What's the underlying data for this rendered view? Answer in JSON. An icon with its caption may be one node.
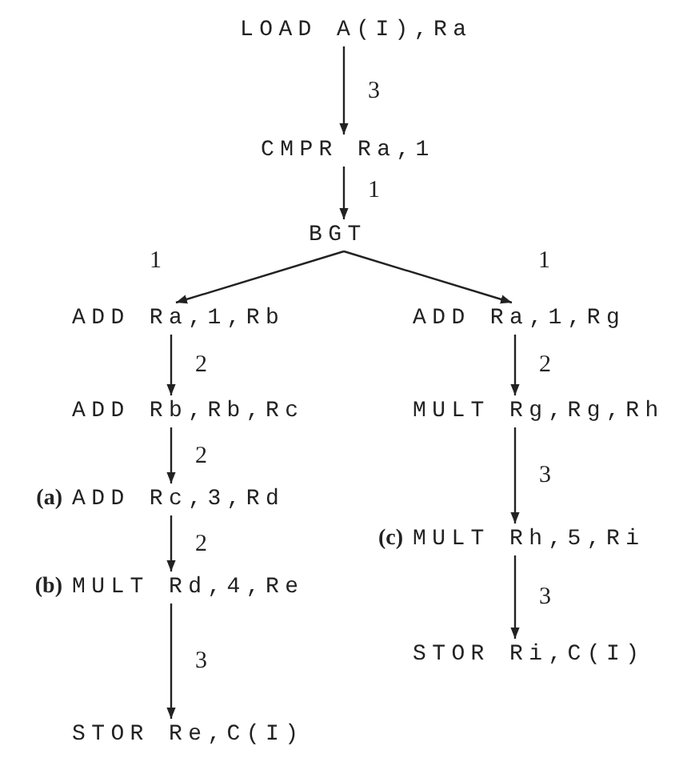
{
  "diagram": {
    "nodes": [
      {
        "text": [
          "LOAD A(I),Ra"
        ]
      },
      {
        "text": [
          "CMPR Ra,1"
        ]
      },
      {
        "text": [
          "BGT"
        ]
      },
      {
        "text": [
          "ADD Ra,1,Rb"
        ]
      },
      {
        "text": [
          "ADD Ra,1,Rg"
        ]
      },
      {
        "text": [
          "ADD Rb,Rb,Rc"
        ]
      },
      {
        "text": [
          "MULT Rg,Rg,Rh"
        ]
      },
      {
        "text": [
          "ADD Rc,3,Rd"
        ],
        "beside": [
          "(a)"
        ]
      },
      {
        "text": [
          "MULT Rh,5,Ri"
        ],
        "beside": [
          "(c)"
        ]
      },
      {
        "text": [
          "MULT Rd,4,Re"
        ],
        "beside": [
          "(b)"
        ]
      },
      {
        "text": [
          "STOR Ri,C(I)"
        ]
      },
      {
        "text": [
          "STOR Re,C(I)"
        ]
      }
    ],
    "edges": [
      {
        "from": 0,
        "to": 1,
        "arrow": "to",
        "label": "3"
      },
      {
        "from": 1,
        "to": 2,
        "arrow": "to",
        "label": "1"
      },
      {
        "from": 2,
        "to": 3,
        "arrow": "to",
        "label": "1"
      },
      {
        "from": 2,
        "to": 4,
        "arrow": "to",
        "label": "1"
      },
      {
        "from": 3,
        "to": 5,
        "arrow": "to",
        "label": "2"
      },
      {
        "from": 4,
        "to": 6,
        "arrow": "to",
        "label": "2"
      },
      {
        "from": 5,
        "to": 7,
        "arrow": "to",
        "label": "2"
      },
      {
        "from": 6,
        "to": 8,
        "arrow": "to",
        "label": "3"
      },
      {
        "from": 7,
        "to": 9,
        "arrow": "to",
        "label": "2"
      },
      {
        "from": 8,
        "to": 10,
        "arrow": "to",
        "label": "3"
      },
      {
        "from": 9,
        "to": 11,
        "arrow": "to",
        "label": "3"
      }
    ]
  }
}
